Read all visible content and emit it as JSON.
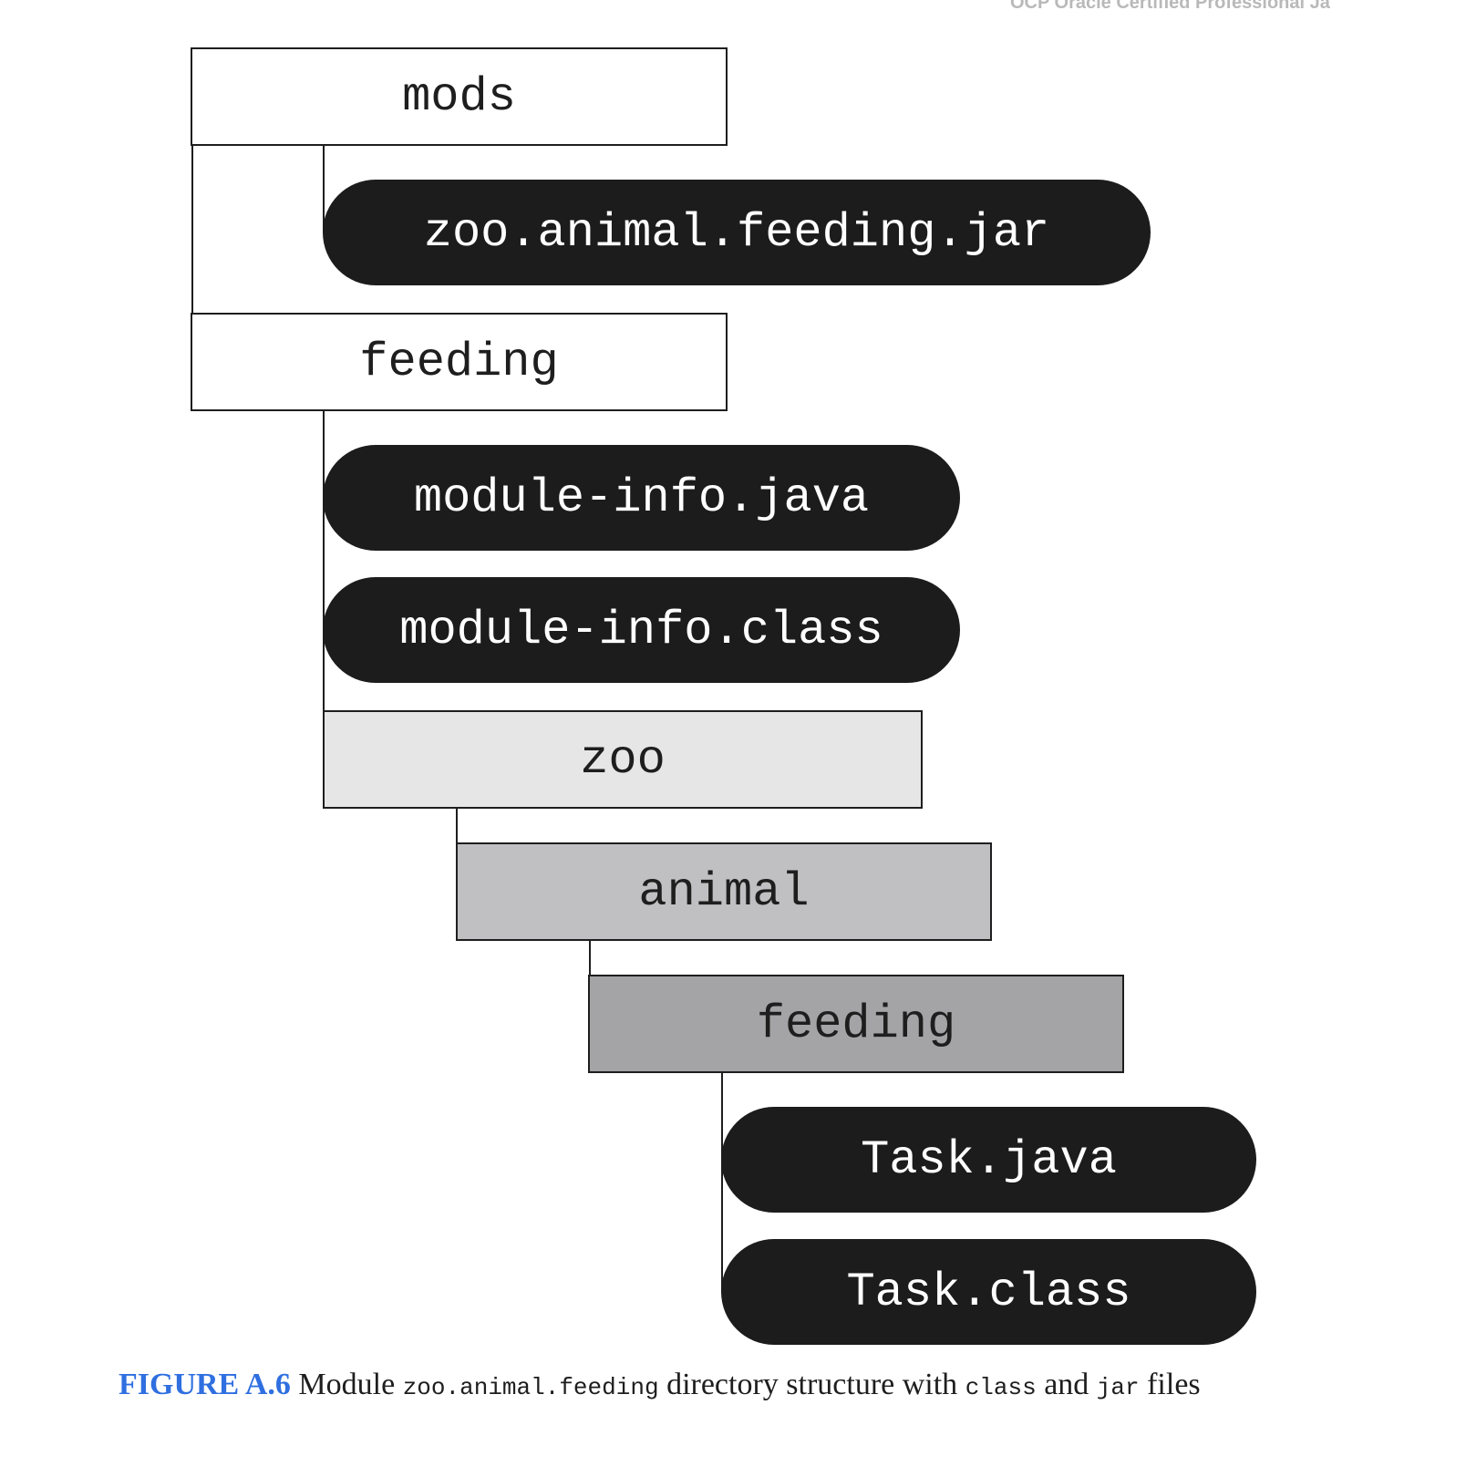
{
  "header": {
    "running_title": "OCP Oracle Certified Professional Ja"
  },
  "tree": {
    "mods": "mods",
    "jar_file": "zoo.animal.feeding.jar",
    "feeding_root": "feeding",
    "module_info_java": "module-info.java",
    "module_info_class": "module-info.class",
    "zoo": "zoo",
    "animal": "animal",
    "feeding_pkg": "feeding",
    "task_java": "Task.java",
    "task_class": "Task.class"
  },
  "caption": {
    "label": "FIGURE A.6",
    "text_1": "Module",
    "code_1": "zoo.animal.feeding",
    "text_2": "directory structure with",
    "code_2": "class",
    "text_3": "and",
    "code_3": "jar",
    "text_4": "files"
  },
  "colors": {
    "file_fill": "#1c1c1c",
    "folder_light": "#e6e6e6",
    "folder_mid": "#c0c0c2",
    "folder_dark": "#a4a4a6",
    "caption_label": "#2f6fe0"
  }
}
